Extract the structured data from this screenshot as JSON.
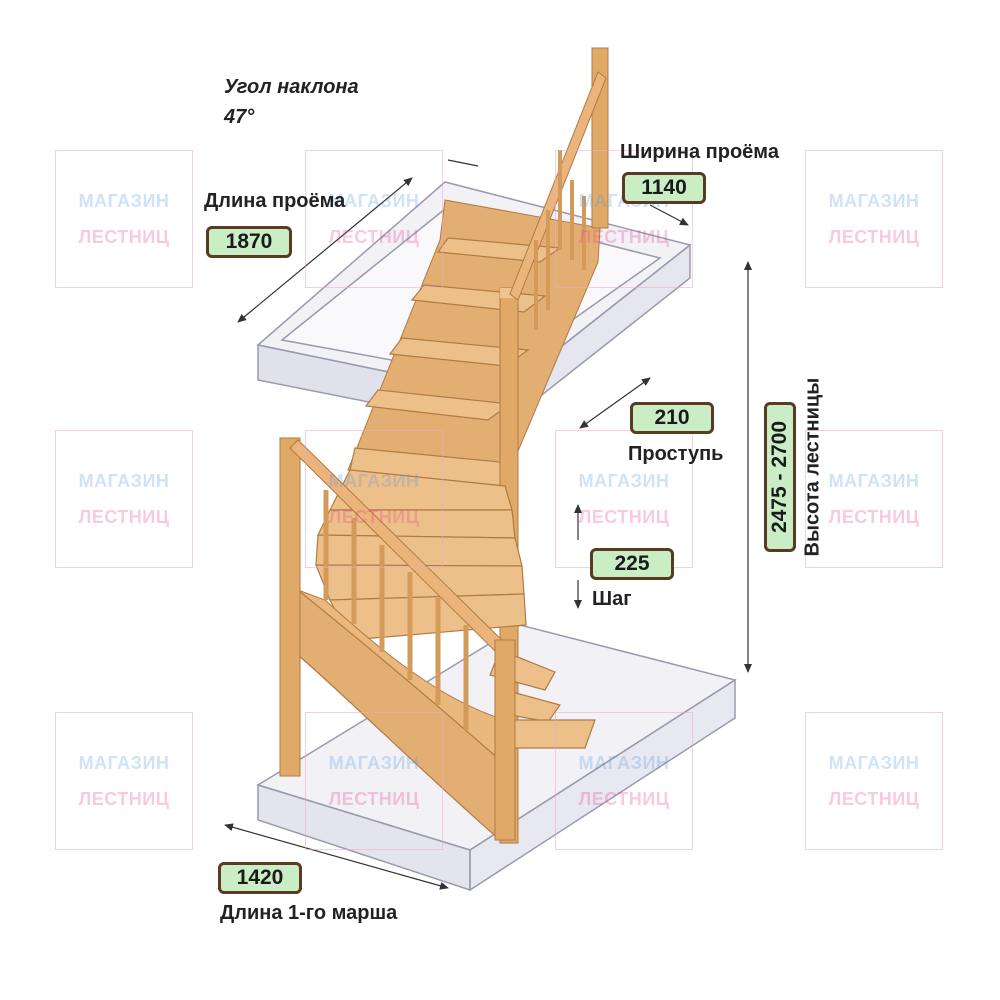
{
  "annotations": {
    "angle_label": "Угол наклона",
    "angle_value": "47°",
    "opening_length_label": "Длина проёма",
    "opening_length_value": "1870",
    "opening_width_label": "Ширина проёма",
    "opening_width_value": "1140",
    "tread_value": "210",
    "tread_label": "Проступь",
    "step_value": "225",
    "step_label": "Шаг",
    "height_value": "2475 - 2700",
    "height_label": "Высота лестницы",
    "first_flight_value": "1420",
    "first_flight_label": "Длина 1-го марша"
  },
  "watermark": {
    "line1": "МАГАЗИН",
    "line2": "ЛЕСТНИЦ"
  },
  "colors": {
    "wood": "#e7b57c",
    "wood_dark": "#c98d52",
    "glass": "#d8d8e6",
    "badge_fill": "#c9edc4",
    "badge_border": "#5a3a22"
  }
}
